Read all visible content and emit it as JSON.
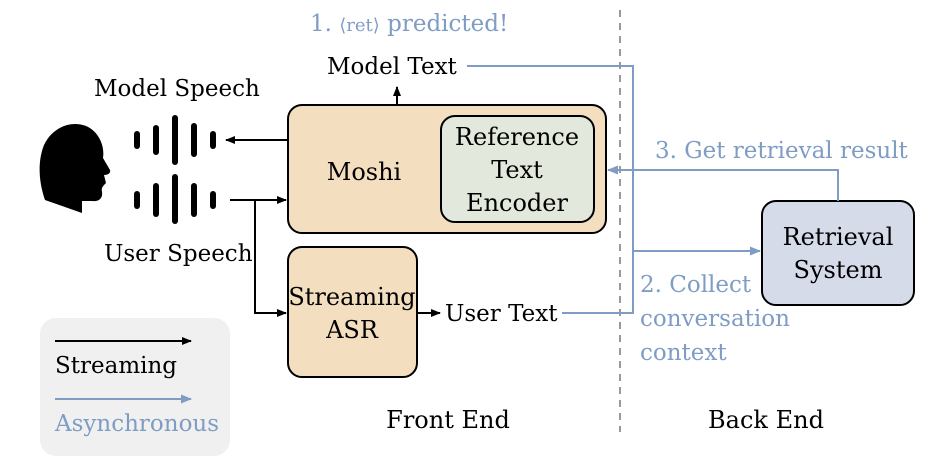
{
  "labels": {
    "model_speech": "Model Speech",
    "user_speech": "User Speech",
    "model_text": "Model Text",
    "user_text": "User Text",
    "front_end": "Front End",
    "back_end": "Back End"
  },
  "boxes": {
    "moshi": "Moshi",
    "encoder": [
      "Reference",
      "Text",
      "Encoder"
    ],
    "asr": [
      "Streaming",
      "ASR"
    ],
    "retrieval": [
      "Retrieval",
      "System"
    ]
  },
  "steps": {
    "step1_prefix": "1. ",
    "step1_token": "⟨ret⟩",
    "step1_suffix": " predicted!",
    "step2": [
      "2. Collect",
      "conversation",
      "context"
    ],
    "step3": "3. Get retrieval result"
  },
  "legend": {
    "streaming": "Streaming",
    "asynchronous": "Asynchronous"
  },
  "colors": {
    "box_fill": "#f3dfbf",
    "encoder_fill": "#e3e8dc",
    "retrieval_fill": "#d5dbe8",
    "async_arrow": "#7f9cc4",
    "legend_bg": "#f0f0f0",
    "divider": "#9a9a9a"
  }
}
